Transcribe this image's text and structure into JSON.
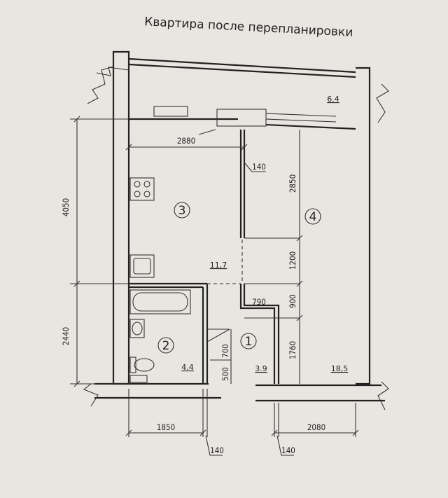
{
  "title": "Квартира после перепланировки",
  "rooms": [
    {
      "number": "1",
      "area": "3.9"
    },
    {
      "number": "2",
      "area": "4.4"
    },
    {
      "number": "3",
      "area": "11,7"
    },
    {
      "number": "4",
      "area": "18,5"
    }
  ],
  "balcony_area": "6.4",
  "dimensions": {
    "d2880": "2880",
    "d140_top": "140",
    "d4050": "4050",
    "d2440": "2440",
    "d2850": "2850",
    "d1200": "1200",
    "d900": "900",
    "d1760": "1760",
    "d790": "790",
    "d700": "700",
    "d500": "500",
    "d1850": "1850",
    "d2080": "2080",
    "d140_bottom_left": "140",
    "d140_bottom_right": "140"
  }
}
